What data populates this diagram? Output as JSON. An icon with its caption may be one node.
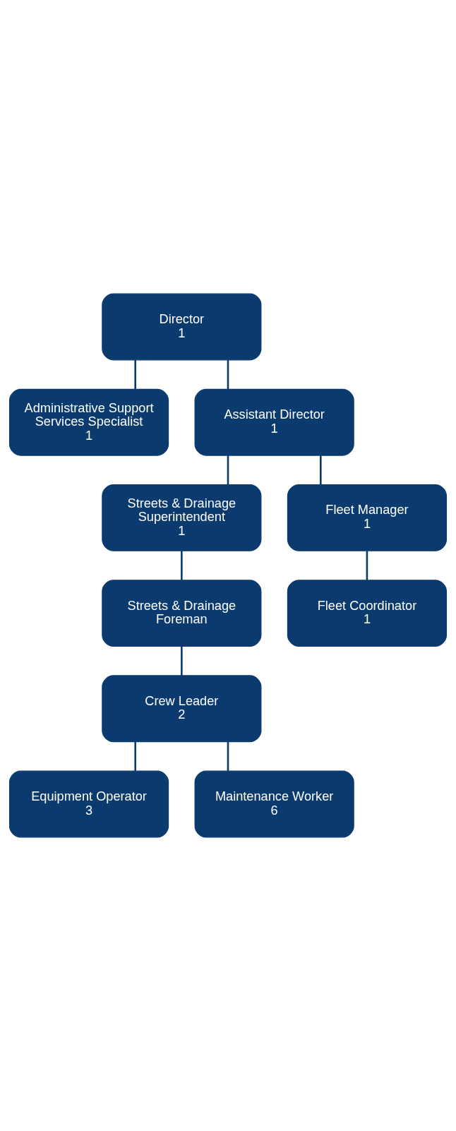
{
  "diagram": {
    "nodes": [
      {
        "text": [
          "Director",
          "1"
        ]
      },
      {
        "text": [
          "Administrative Support Services Specialist",
          "1"
        ]
      },
      {
        "text": [
          "Assistant Director",
          "1"
        ]
      },
      {
        "text": [
          "Streets & Drainage Superintendent",
          "1"
        ]
      },
      {
        "text": [
          "Fleet Manager",
          "1"
        ]
      },
      {
        "text": [
          "Streets & Drainage Foreman"
        ]
      },
      {
        "text": [
          "Fleet Coordinator",
          "1"
        ]
      },
      {
        "text": [
          "Crew Leader",
          "2"
        ]
      },
      {
        "text": [
          "Equipment Operator",
          "3"
        ]
      },
      {
        "text": [
          "Maintenance Worker",
          "6"
        ]
      }
    ],
    "edges": [
      {
        "from": 0,
        "to": 1,
        "arrow": "none"
      },
      {
        "from": 0,
        "to": 2,
        "arrow": "none"
      },
      {
        "from": 2,
        "to": 3,
        "arrow": "none"
      },
      {
        "from": 2,
        "to": 4,
        "arrow": "none"
      },
      {
        "from": 3,
        "to": 5,
        "arrow": "none"
      },
      {
        "from": 4,
        "to": 6,
        "arrow": "none"
      },
      {
        "from": 5,
        "to": 7,
        "arrow": "none"
      },
      {
        "from": 7,
        "to": 8,
        "arrow": "none"
      },
      {
        "from": 7,
        "to": 9,
        "arrow": "none"
      }
    ]
  }
}
